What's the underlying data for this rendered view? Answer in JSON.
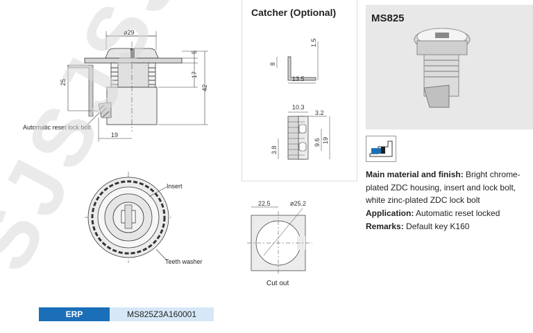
{
  "catcher_title": "Catcher (Optional)",
  "model": "MS825",
  "labels": {
    "automatic_reset": "Automatic reset lock bolt",
    "insert": "Insert",
    "teeth_washer": "Teeth washer",
    "cut_out": "Cut out"
  },
  "dims": {
    "d29": "ø29",
    "d5": "5",
    "d17": "17",
    "d42": "42",
    "d25": "25",
    "d19": "19",
    "c15": "1.5",
    "c8": "8",
    "c135": "13.5",
    "c103": "10.3",
    "c32": "3.2",
    "c38": "3.8",
    "c96": "9.6",
    "c19": "19",
    "w225": "22.5",
    "w252": "ø25.2"
  },
  "description": [
    {
      "label": "Main material and finish:",
      "text": " Bright chrome-plated ZDC housing, insert and lock bolt, white zinc-plated ZDC lock bolt"
    },
    {
      "label": "Application:",
      "text": " Automatic reset locked"
    },
    {
      "label": "Remarks:",
      "text": " Default key K160"
    }
  ],
  "erp": {
    "label": "ERP",
    "value": "MS825Z3A160001"
  },
  "watermark": "SJSJSJ",
  "icons": {
    "type_icon": "cam-lock-type-icon"
  },
  "colors": {
    "erp_bg": "#1a6fb8",
    "erp_value_bg": "#d6e8f7",
    "icon_blue": "#1a6fb8"
  }
}
